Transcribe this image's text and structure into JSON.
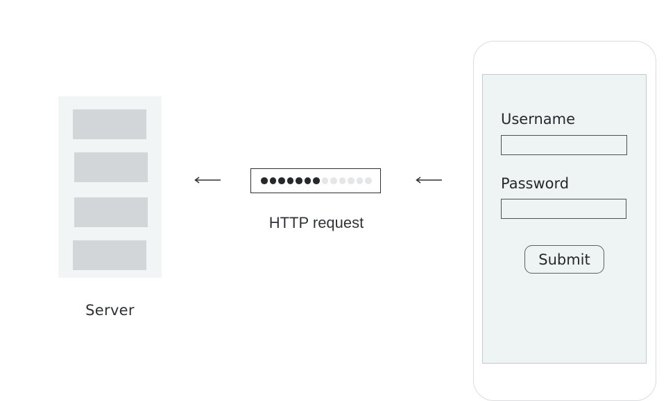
{
  "server": {
    "label": "Server"
  },
  "request": {
    "label": "HTTP request",
    "progress": {
      "filled": 7,
      "total": 13
    }
  },
  "form": {
    "username_label": "Username",
    "username_value": "",
    "password_label": "Password",
    "password_value": "",
    "submit_label": "Submit"
  },
  "colors": {
    "server_panel": "#f2f5f6",
    "server_slot": "#d2d6d8",
    "screen": "#eef3f3",
    "ink": "#2b2f33"
  },
  "icons": [
    "left-arrow-icon",
    "left-arrow-icon"
  ]
}
